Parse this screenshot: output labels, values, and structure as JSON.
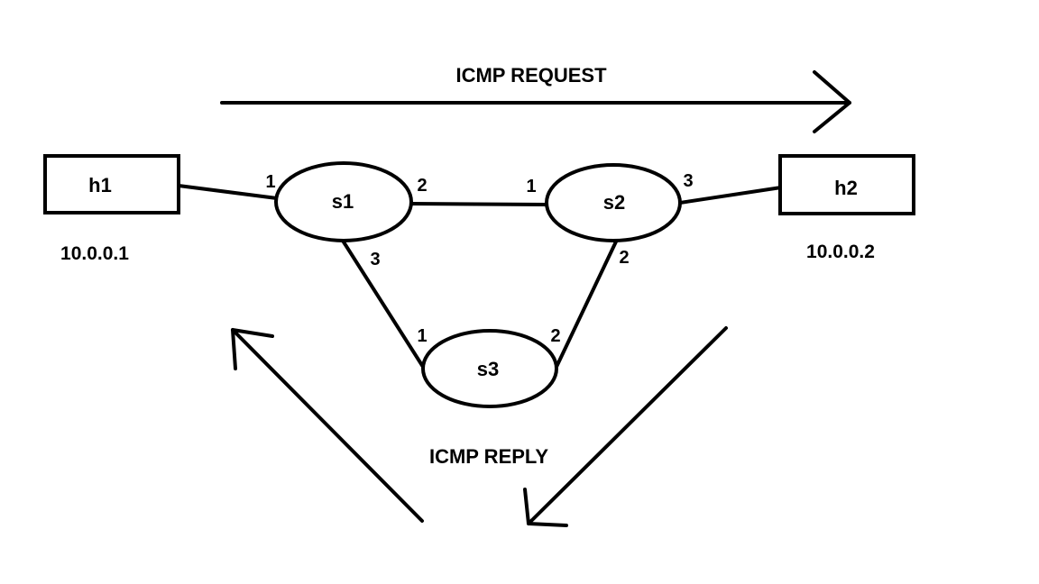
{
  "titles": {
    "request": "ICMP REQUEST",
    "reply": "ICMP REPLY"
  },
  "hosts": {
    "h1": {
      "label": "h1",
      "ip": "10.0.0.1"
    },
    "h2": {
      "label": "h2",
      "ip": "10.0.0.2"
    }
  },
  "switches": {
    "s1": {
      "label": "s1",
      "ports": {
        "p1": "1",
        "p2": "2",
        "p3": "3"
      }
    },
    "s2": {
      "label": "s2",
      "ports": {
        "p1": "1",
        "p2": "2",
        "p3": "3"
      }
    },
    "s3": {
      "label": "s3",
      "ports": {
        "p1": "1",
        "p2": "2"
      }
    }
  },
  "links": [
    {
      "from": "h1",
      "to": "s1.1"
    },
    {
      "from": "s1.2",
      "to": "s2.1"
    },
    {
      "from": "s2.3",
      "to": "h2"
    },
    {
      "from": "s1.3",
      "to": "s3.1"
    },
    {
      "from": "s2.2",
      "to": "s3.2"
    }
  ]
}
